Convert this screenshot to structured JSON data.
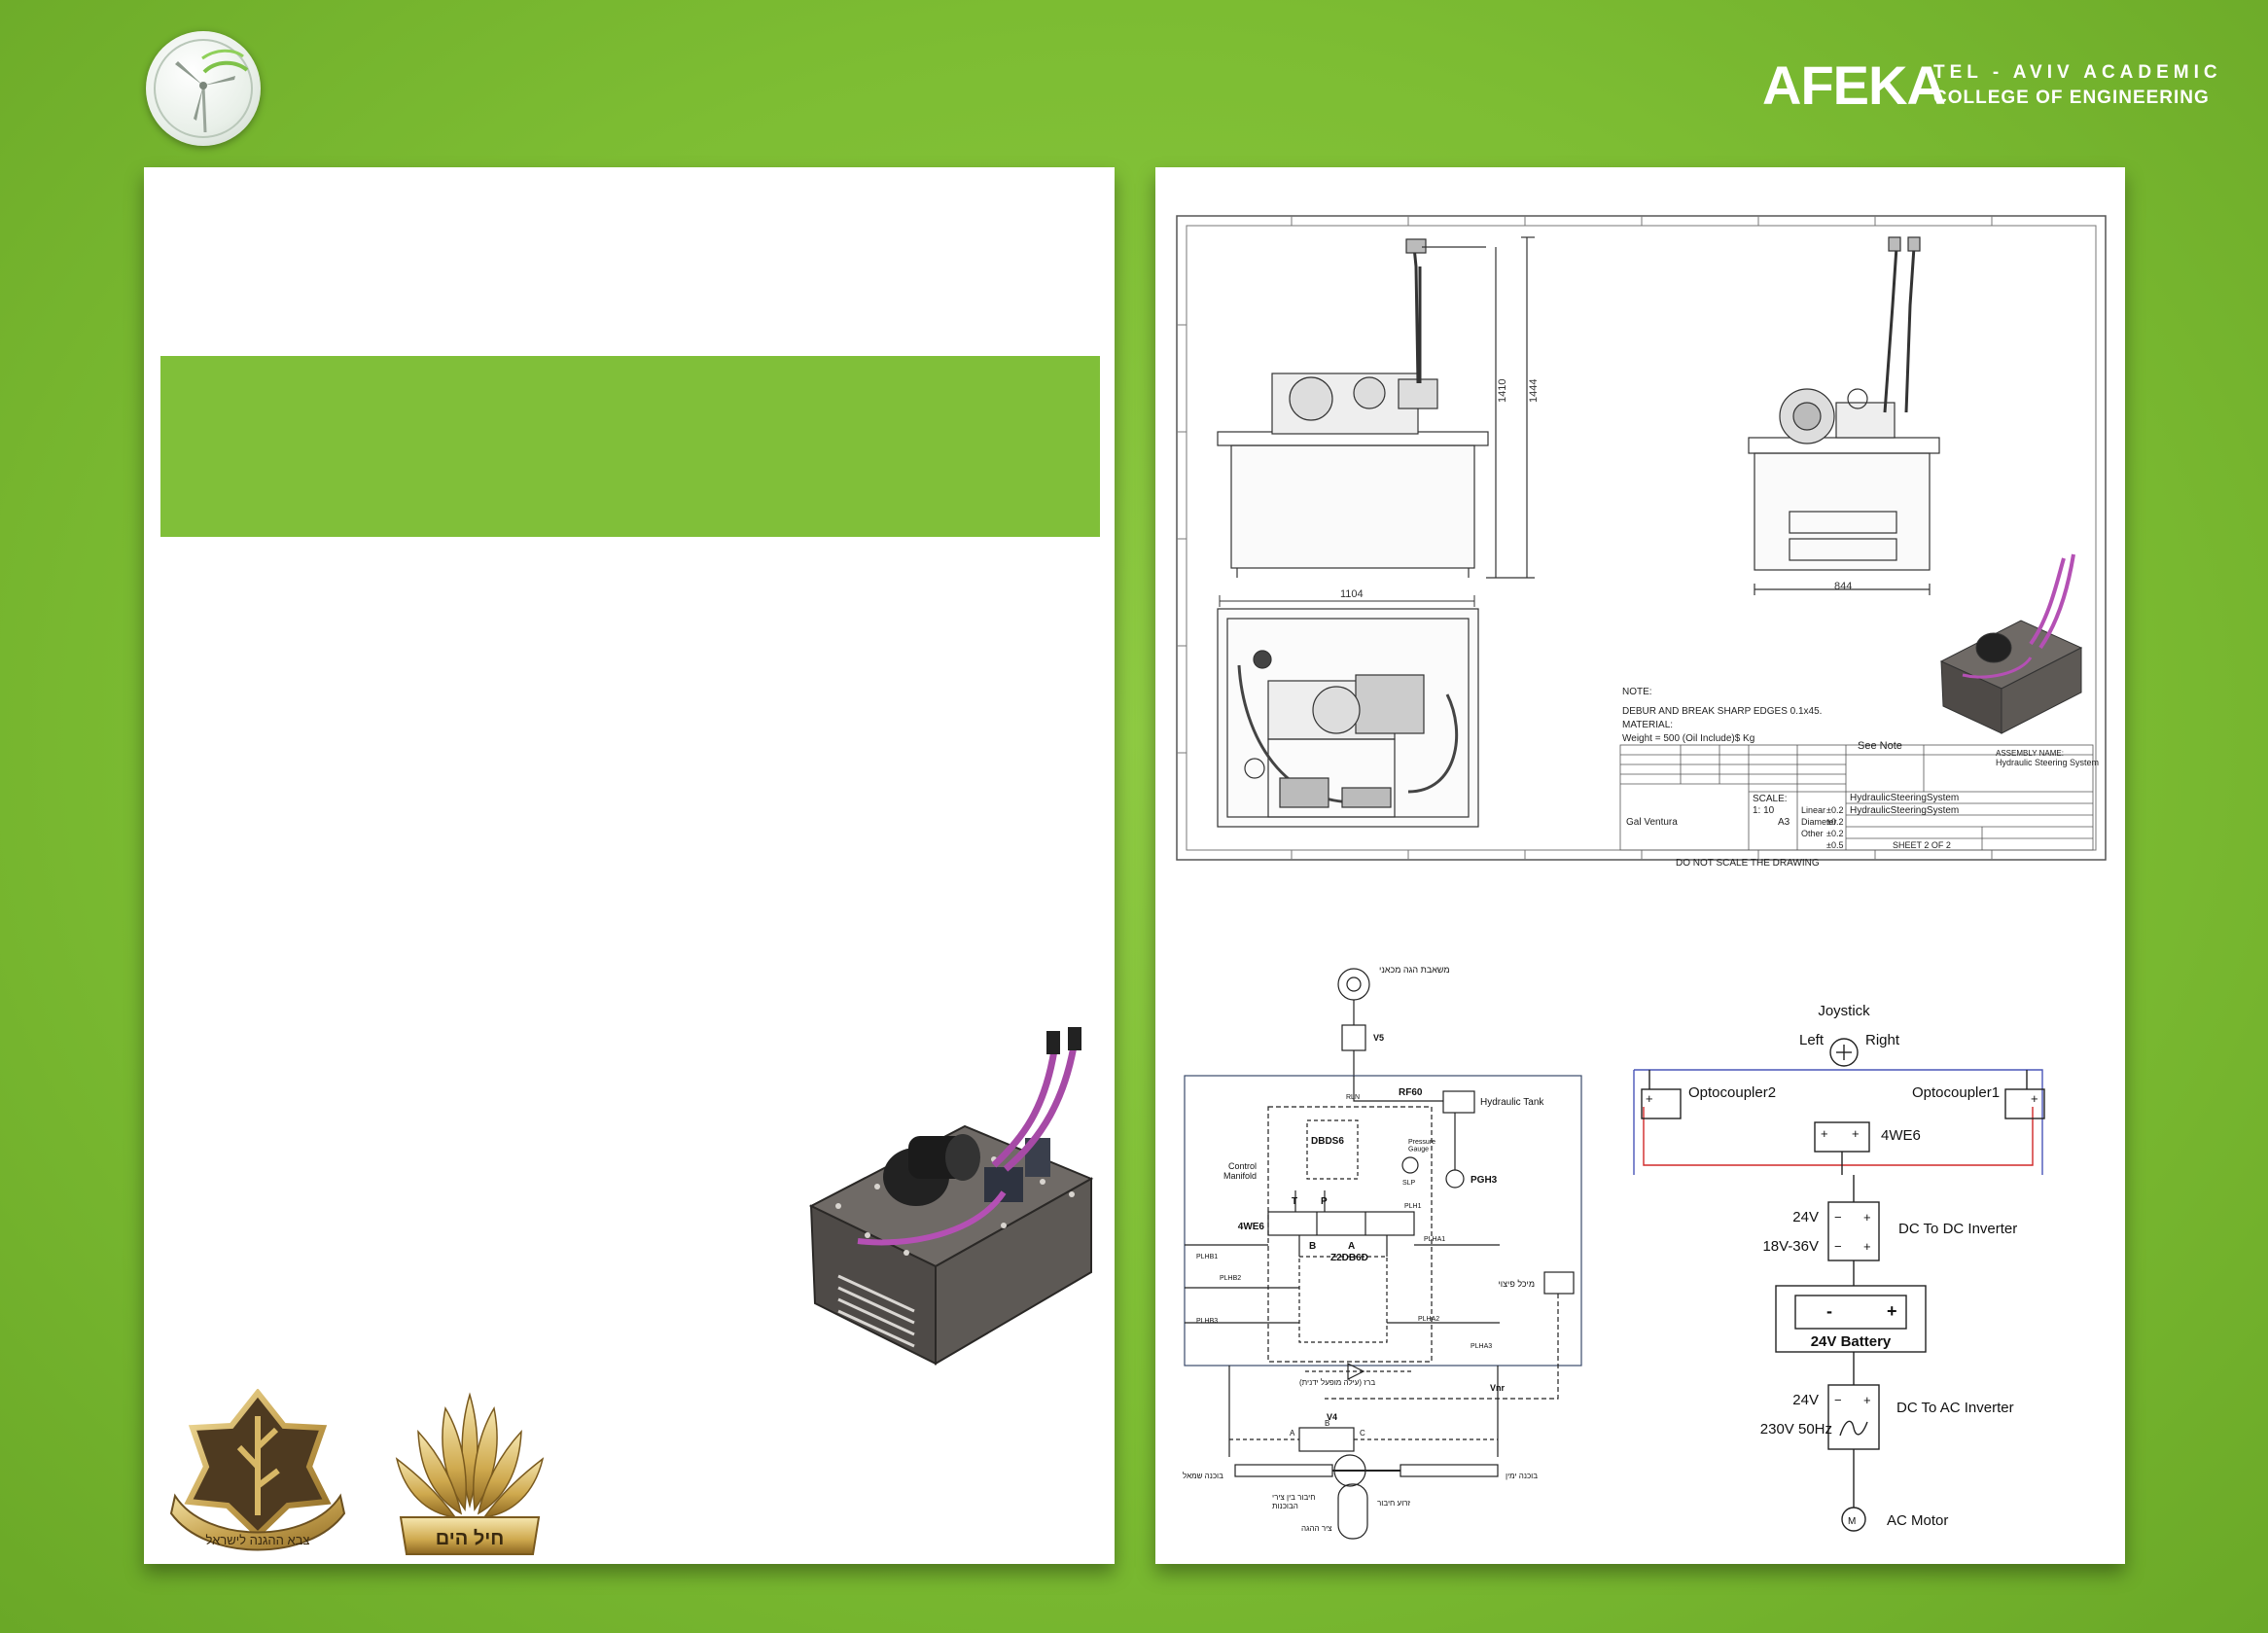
{
  "header": {
    "brand": "AFEKA",
    "tagline_line1": "TEL - AVIV ACADEMIC",
    "tagline_line2": "COLLEGE OF ENGINEERING"
  },
  "emblems": {
    "idf": "צבא ההגנה לישראל",
    "navy": "חיל הים"
  },
  "drawing": {
    "dim_width": "1104",
    "dim_height1": "1410",
    "dim_height2": "1444",
    "dim_side": "844",
    "note_title": "NOTE:",
    "note_line1": "DEBUR AND BREAK SHARP EDGES 0.1x45.",
    "note_line2": "MATERIAL:",
    "note_line3": "Weight = 500 (Oil Include)$ Kg",
    "see_note": "See Note",
    "assembly_name_label": "ASSEMBLY NAME:",
    "assembly_name": "Hydraulic Steering System",
    "sw_model": "HydraulicSteeringSystem",
    "drawing_no": "HydraulicSteeringSystem",
    "scale_label": "SCALE:",
    "scale": "1: 10",
    "author": "Gal Ventura",
    "size": "A3",
    "tol_linear_label": "Linear",
    "tol_linear": "±0.2",
    "tol_diameter_label": "Diameter",
    "tol_diameter": "±0.2",
    "tol_other_label": "Other",
    "tol_other": "±0.2",
    "tol_angle": "±0.5",
    "sheet": "SHEET 2 OF 2",
    "footer": "DO NOT SCALE THE DRAWING"
  },
  "hydraulic": {
    "top_pump": "משאבת הגה מכאני",
    "v5": "V5",
    "rf60": "RF60",
    "rln": "RLN",
    "tank": "Hydraulic Tank",
    "manifold": "Control\nManifold",
    "dbds6": "DBDS6",
    "pressure_gauge": "Pressure\nGauge",
    "slp": "SLP",
    "pgh3": "PGH3",
    "t": "T",
    "p": "P",
    "plh1": "PLH1",
    "we6": "4WE6",
    "b": "B",
    "a": "A",
    "z2db6d": "Z2DB6D",
    "plha1": "PLHA1",
    "plhb1": "PLHB1",
    "plhb2": "PLHB2",
    "plhb3": "PLHB3",
    "plha2": "PLHA2",
    "plha3": "PLHA3",
    "cooler": "מיכל פיצוי",
    "valve_note": "ברז (עילה מופעל ידנית)",
    "vnr": "Vnr",
    "v4": "V4",
    "v4_a": "A",
    "v4_b": "B",
    "v4_c": "C",
    "left_cyl": "בוכנה שמאל",
    "right_cyl": "בוכנה ימין",
    "link": "חיבור בין צירי\nהבוכנות",
    "arm": "זרוע חיבור",
    "shaft": "ציר ההגה"
  },
  "electrical": {
    "joystick": "Joystick",
    "left": "Left",
    "right": "Right",
    "opto2": "Optocoupler2",
    "opto1": "Optocoupler1",
    "we6": "4WE6",
    "v24a": "24V",
    "v18_36": "18V-36V",
    "dcdc": "DC To DC Inverter",
    "battery": "24V Battery",
    "v24b": "24V",
    "v230": "230V 50Hz",
    "dcac": "DC To AC Inverter",
    "motor": "AC Motor"
  }
}
